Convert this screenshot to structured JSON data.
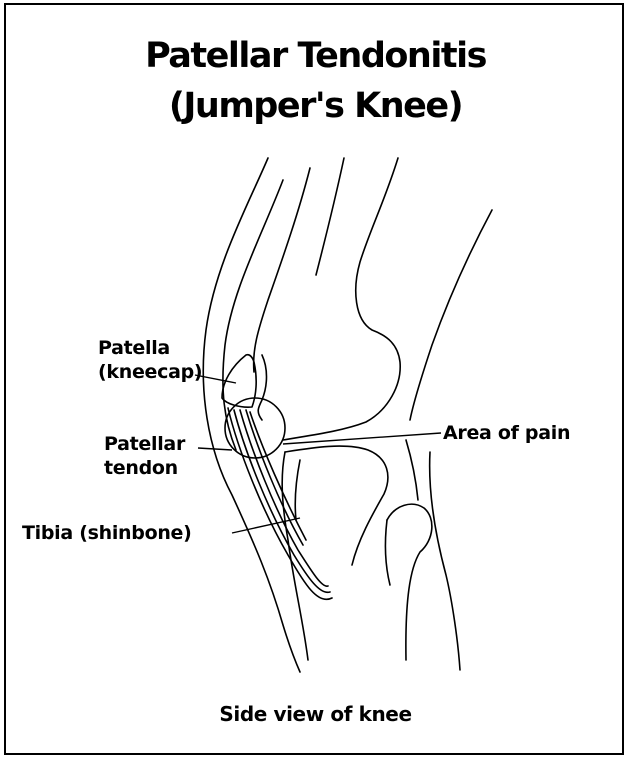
{
  "title": {
    "line1": "Patellar Tendonitis",
    "line2": "(Jumper's Knee)"
  },
  "labels": {
    "patella_line1": "Patella",
    "patella_line2": "(kneecap)",
    "tendon_line1": "Patellar",
    "tendon_line2": "tendon",
    "tibia": "Tibia (shinbone)",
    "pain": "Area of pain"
  },
  "caption": "Side view of knee",
  "colors": {
    "ink": "#000000",
    "background": "#ffffff"
  }
}
